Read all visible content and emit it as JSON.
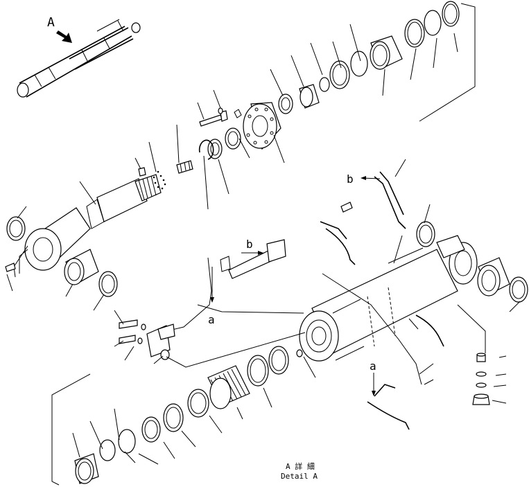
{
  "labels": {
    "view_letter": "A",
    "ref_b_top": "b",
    "ref_b_mid": "b",
    "ref_a_mid": "a",
    "ref_a_low": "a",
    "detail_jp": "A 詳 細",
    "detail_en": "Detail A"
  }
}
